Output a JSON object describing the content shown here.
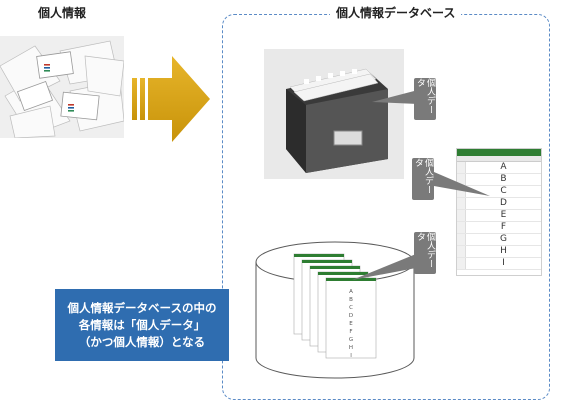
{
  "labels": {
    "left_title": "個人情報",
    "db_title": "個人情報データベース"
  },
  "callouts": {
    "card_box": "個人データ",
    "spreadsheet": "個人データ",
    "database": "個人データ"
  },
  "spreadsheet_rows": [
    "A",
    "B",
    "C",
    "D",
    "E",
    "F",
    "G",
    "H",
    "I"
  ],
  "mini_rows": [
    "A",
    "B",
    "C",
    "D",
    "E",
    "F",
    "G",
    "H",
    "I"
  ],
  "info_box": {
    "line1": "個人情報データベースの中の",
    "line2": "各情報は「個人データ」",
    "line3": "（かつ個人情報）となる"
  },
  "colors": {
    "frame": "#5b8bc6",
    "arrow": "#d4a20a",
    "info_box": "#2f6db0",
    "callout": "#7a7a7a",
    "sheet_header": "#2e7d32"
  },
  "icons": {
    "paper_pile": "paper-pile-image",
    "card_file_box": "card-file-box-image",
    "database_cylinder": "database-cylinder-icon",
    "arrow": "right-arrow-icon"
  }
}
